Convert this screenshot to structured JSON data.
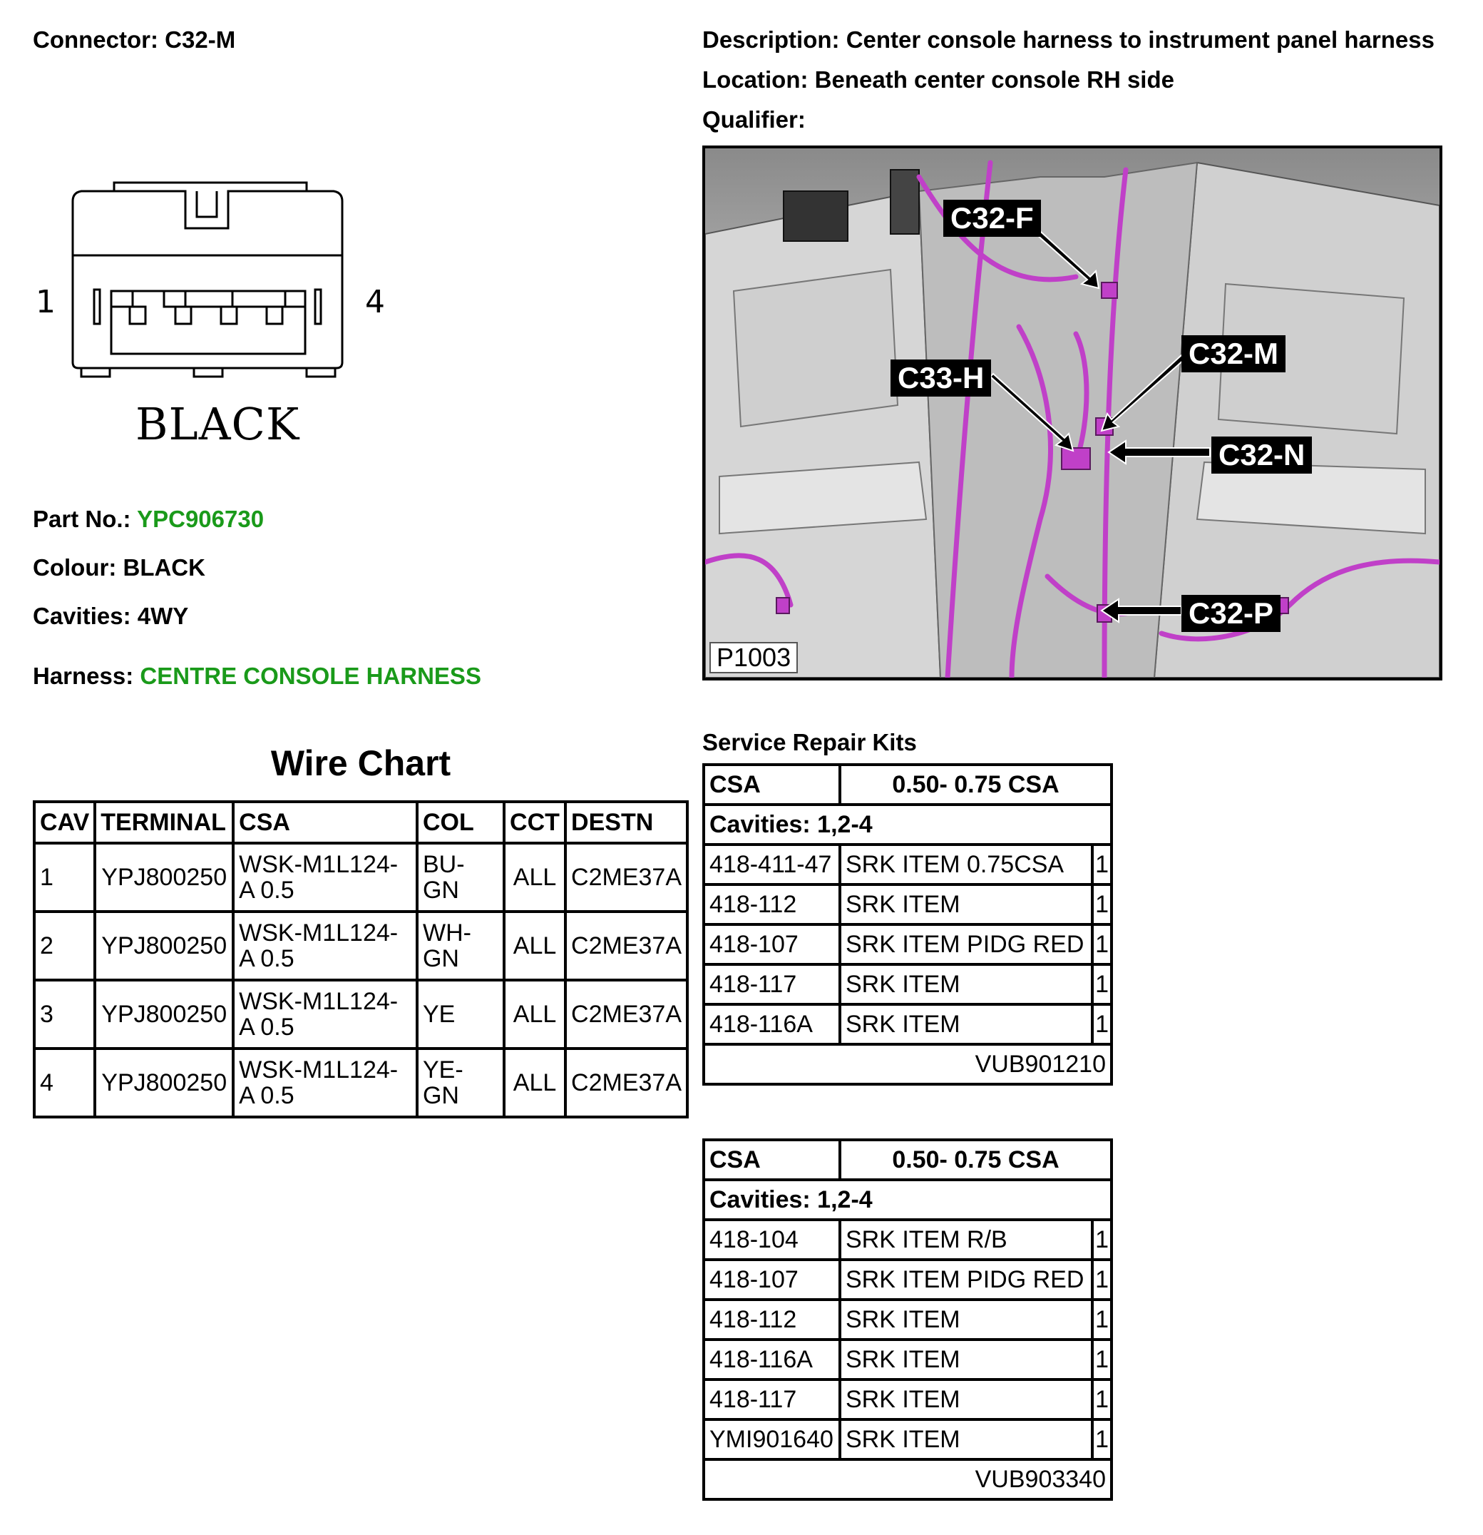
{
  "header": {
    "connector_label": "Connector:",
    "connector": "C32-M",
    "description_label": "Description:",
    "description": "Center console harness to instrument panel harness",
    "location_label": "Location:",
    "location": "Beneath center console RH side",
    "qualifier_label": "Qualifier:",
    "qualifier": ""
  },
  "connector_diagram": {
    "pin_left": "1",
    "pin_right": "4",
    "colour_text": "BLACK"
  },
  "details": {
    "part_no_label": "Part No.:",
    "part_no": "YPC906730",
    "colour_label": "Colour:",
    "colour": "BLACK",
    "cavities_label": "Cavities:",
    "cavities": "4WY",
    "harness_label": "Harness:",
    "harness": "CENTRE CONSOLE HARNESS",
    "link_color": "#1a9a1a"
  },
  "wire_chart": {
    "title": "Wire Chart",
    "columns": [
      "CAV",
      "TERMINAL",
      "CSA",
      "COL",
      "CCT",
      "DESTN"
    ],
    "rows": [
      {
        "cav": "1",
        "terminal": "YPJ800250",
        "csa": "WSK-M1L124-A 0.5",
        "col": "BU-GN",
        "cct": "ALL",
        "destn": "C2ME37A"
      },
      {
        "cav": "2",
        "terminal": "YPJ800250",
        "csa": "WSK-M1L124-A 0.5",
        "col": "WH-GN",
        "cct": "ALL",
        "destn": "C2ME37A"
      },
      {
        "cav": "3",
        "terminal": "YPJ800250",
        "csa": "WSK-M1L124-A 0.5",
        "col": "YE",
        "cct": "ALL",
        "destn": "C2ME37A"
      },
      {
        "cav": "4",
        "terminal": "YPJ800250",
        "csa": "WSK-M1L124-A 0.5",
        "col": "YE-GN",
        "cct": "ALL",
        "destn": "C2ME37A"
      }
    ]
  },
  "photo": {
    "reference": "P1003",
    "callouts": [
      "C32-F",
      "C33-H",
      "C32-M",
      "C32-N",
      "C32-P"
    ],
    "harness_color": "#c040c8"
  },
  "service_repair_kits": {
    "title": "Service Repair Kits",
    "kits": [
      {
        "csa_label": "CSA",
        "csa_value": "0.50- 0.75 CSA",
        "cavities": "Cavities: 1,2-4",
        "items": [
          {
            "code": "418-411-47",
            "name": "SRK ITEM 0.75CSA",
            "qty": "1"
          },
          {
            "code": "418-112",
            "name": "SRK ITEM",
            "qty": "1"
          },
          {
            "code": "418-107",
            "name": "SRK ITEM PIDG RED",
            "qty": "1"
          },
          {
            "code": "418-117",
            "name": "SRK ITEM",
            "qty": "1"
          },
          {
            "code": "418-116A",
            "name": "SRK ITEM",
            "qty": "1"
          }
        ],
        "kit_no": "VUB901210"
      },
      {
        "csa_label": "CSA",
        "csa_value": "0.50- 0.75 CSA",
        "cavities": "Cavities: 1,2-4",
        "items": [
          {
            "code": "418-104",
            "name": "SRK ITEM R/B",
            "qty": "1"
          },
          {
            "code": "418-107",
            "name": "SRK ITEM PIDG RED",
            "qty": "1"
          },
          {
            "code": "418-112",
            "name": "SRK ITEM",
            "qty": "1"
          },
          {
            "code": "418-116A",
            "name": "SRK ITEM",
            "qty": "1"
          },
          {
            "code": "418-117",
            "name": "SRK ITEM",
            "qty": "1"
          },
          {
            "code": "YMI901640",
            "name": "SRK ITEM",
            "qty": "1"
          }
        ],
        "kit_no": "VUB903340"
      }
    ]
  }
}
